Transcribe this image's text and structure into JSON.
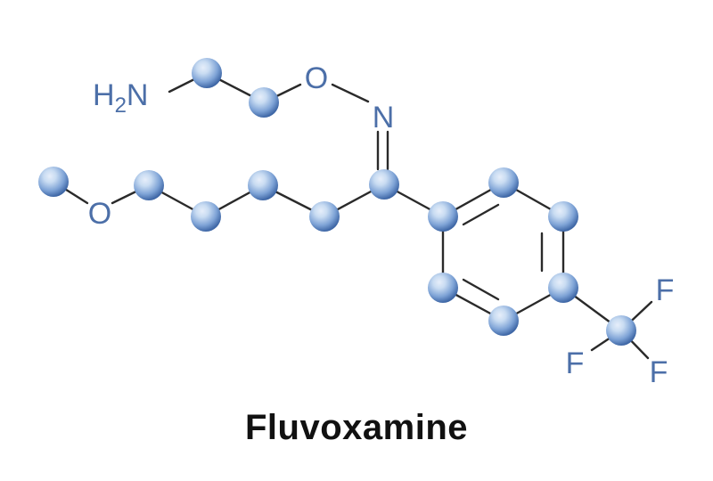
{
  "diagram": {
    "title": "Fluvoxamine",
    "colors": {
      "atom_light": "#c9dcf2",
      "atom_mid": "#7ea3d6",
      "atom_dark": "#3f67a6",
      "bond": "#2a2a2a",
      "label": "#4c6fa8"
    },
    "labels": {
      "amine_h": "H",
      "amine_sub": "2",
      "amine_n": "N",
      "oxime_o": "O",
      "oxime_n": "N",
      "ether_o": "O",
      "fluorine_1": "F",
      "fluorine_2": "F",
      "fluorine_3": "F"
    }
  }
}
